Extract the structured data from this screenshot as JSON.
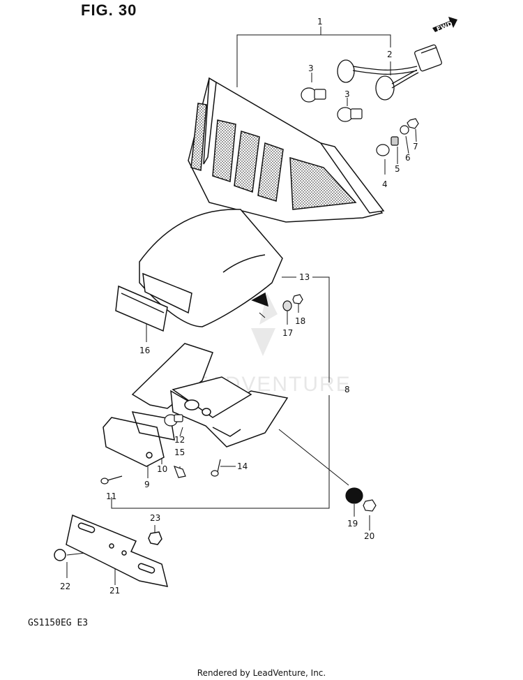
{
  "figure": {
    "title": "FIG. 30",
    "model": "GS1150EG  E3",
    "rendered_by": "Rendered by LeadVenture, Inc.",
    "watermark": "LEADVENTURE",
    "fwd_label": "FWD"
  },
  "callouts": {
    "c1": "1",
    "c2": "2",
    "c3a": "3",
    "c3b": "3",
    "c4": "4",
    "c5": "5",
    "c6": "6",
    "c7": "7",
    "c8": "8",
    "c9": "9",
    "c10": "10",
    "c11": "11",
    "c12": "12",
    "c13": "13",
    "c14": "14",
    "c15": "15",
    "c16": "16",
    "c17": "17",
    "c18": "18",
    "c19": "19",
    "c20": "20",
    "c21": "21",
    "c22": "22",
    "c23": "23"
  }
}
